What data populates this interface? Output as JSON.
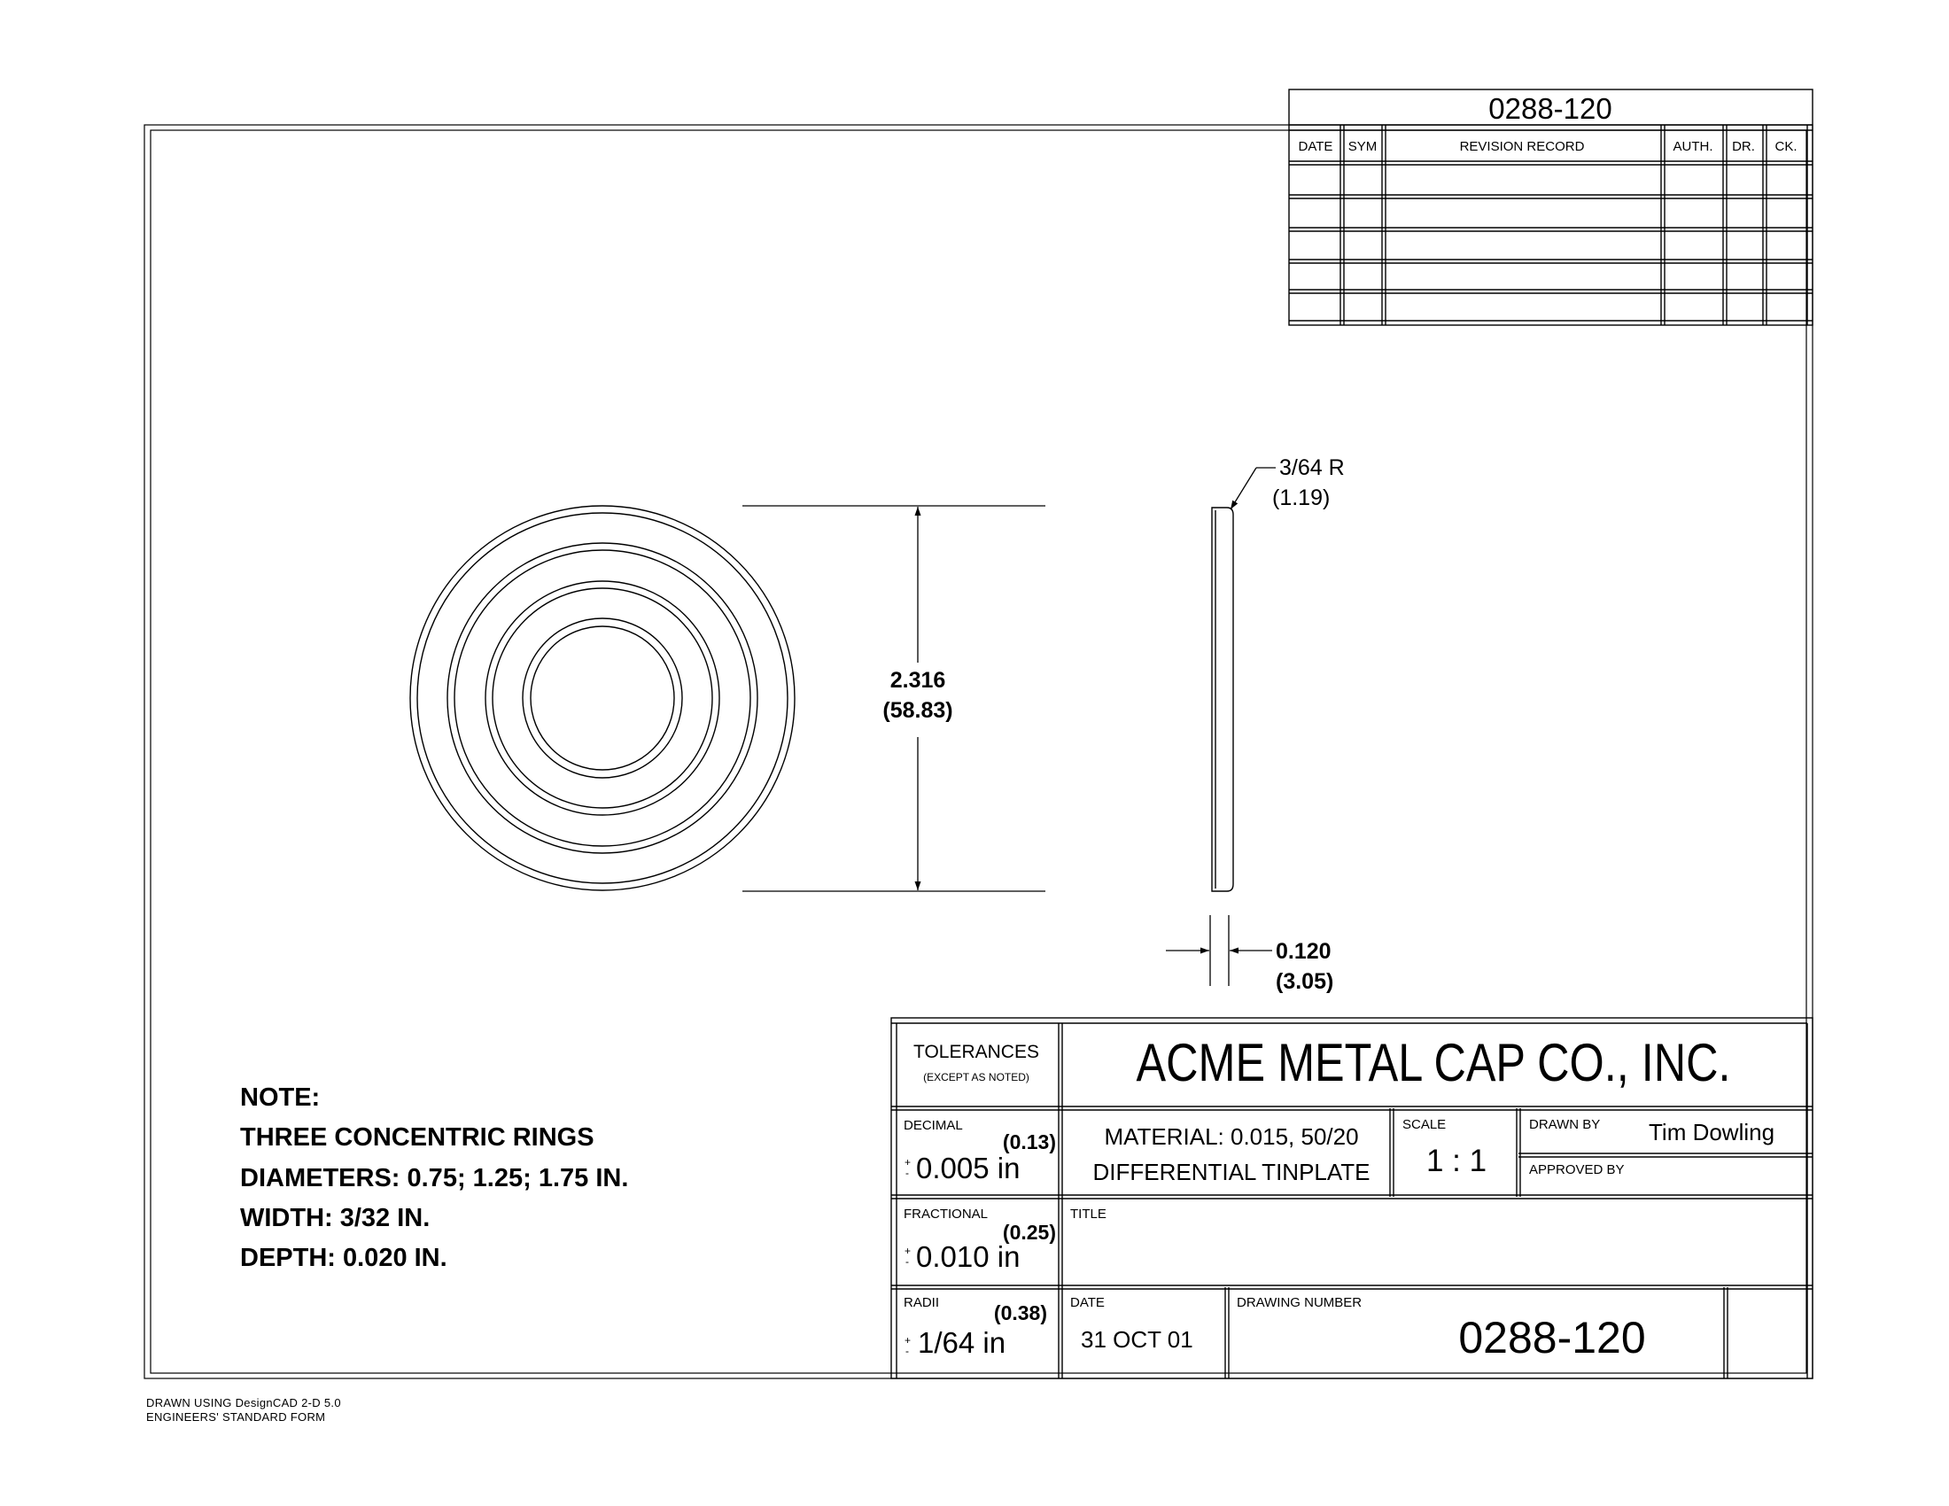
{
  "revision_block": {
    "number": "0288-120",
    "headers": [
      "DATE",
      "SYM",
      "REVISION RECORD",
      "AUTH.",
      "DR.",
      "CK."
    ]
  },
  "dimensions": {
    "diameter": {
      "value": "2.316",
      "metric": "(58.83)"
    },
    "edge_radius": {
      "value": "3/64 R",
      "metric": "(1.19)"
    },
    "thickness": {
      "value": "0.120",
      "metric": "(3.05)"
    }
  },
  "note": {
    "heading": "NOTE:",
    "lines": [
      "THREE CONCENTRIC RINGS",
      "DIAMETERS: 0.75; 1.25; 1.75 IN.",
      "WIDTH: 3/32 IN.",
      "DEPTH: 0.020 IN."
    ]
  },
  "title_block": {
    "tolerances_label": "TOLERANCES",
    "tolerances_sub": "(EXCEPT AS NOTED)",
    "company": "ACME METAL CAP CO., INC.",
    "decimal": {
      "label": "DECIMAL",
      "value": "0.005 in",
      "metric": "(0.13)"
    },
    "fractional": {
      "label": "FRACTIONAL",
      "value": "0.010 in",
      "metric": "(0.25)"
    },
    "radii": {
      "label": "RADII",
      "value": "1/64 in",
      "metric": "(0.38)"
    },
    "plus_minus_top": "+",
    "plus_minus_bottom": "-",
    "material_line1": "MATERIAL: 0.015, 50/20",
    "material_line2": "DIFFERENTIAL TINPLATE",
    "scale_label": "SCALE",
    "scale_value": "1 : 1",
    "drawn_by_label": "DRAWN BY",
    "drawn_by": "Tim Dowling",
    "approved_by_label": "APPROVED BY",
    "title_label": "TITLE",
    "date_label": "DATE",
    "date": "31 OCT 01",
    "drawing_number_label": "DRAWING NUMBER",
    "drawing_number": "0288-120"
  },
  "footer": {
    "line1": "DRAWN USING DesignCAD 2-D 5.0",
    "line2": "ENGINEERS' STANDARD FORM"
  }
}
